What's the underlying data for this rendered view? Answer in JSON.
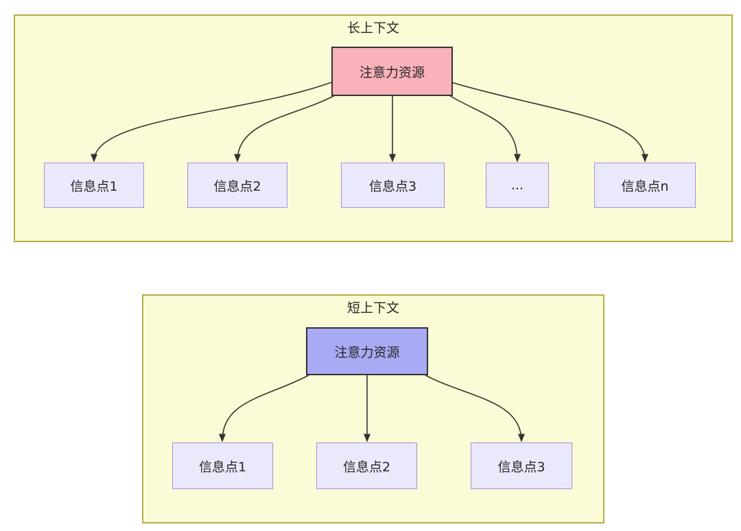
{
  "colors": {
    "page_background": "#ffffff",
    "container_fill": "#fbfbd7",
    "container_border": "#b0b048",
    "long_root_fill": "#f9b1ba",
    "short_root_fill": "#a8aaf3",
    "leaf_fill": "#e9e9fb",
    "leaf_border": "#a78fd8",
    "node_border": "#333333",
    "arrow": "#333333",
    "text": "#262626"
  },
  "long_context": {
    "title": "长上下文",
    "root_label": "注意力资源",
    "children": [
      "信息点1",
      "信息点2",
      "信息点3",
      "...",
      "信息点n"
    ]
  },
  "short_context": {
    "title": "短上下文",
    "root_label": "注意力资源",
    "children": [
      "信息点1",
      "信息点2",
      "信息点3"
    ]
  }
}
